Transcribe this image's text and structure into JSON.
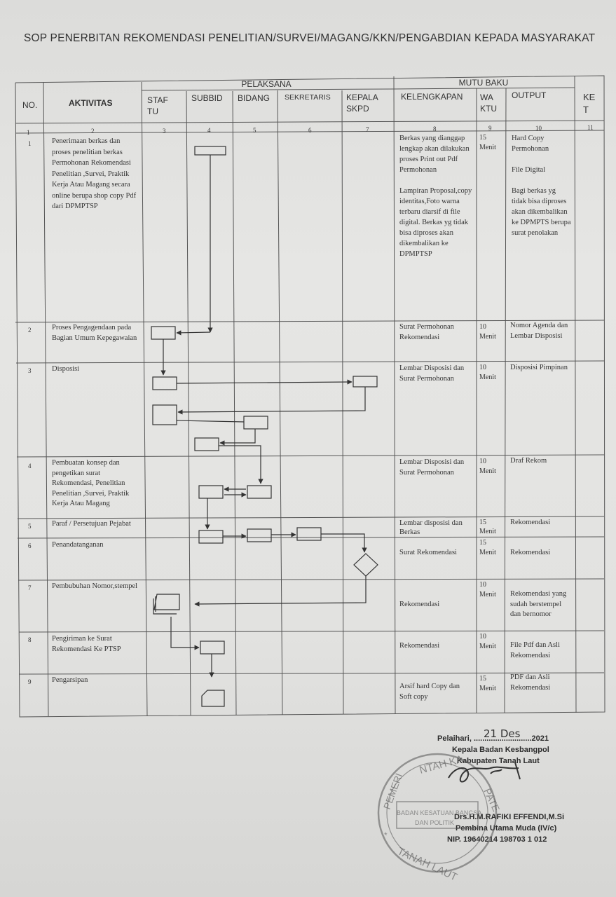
{
  "title": "SOP PENERBITAN REKOMENDASI PENELITIAN/SURVEI/MAGANG/KKN/PENGABDIAN KEPADA MASYARAKAT",
  "header": {
    "no": "NO.",
    "aktivitas": "AKTIVITAS",
    "pelaksana": "PELAKSANA",
    "mutu_baku": "MUTU BAKU",
    "staf_tu": "STAF TU",
    "subbid": "SUBBID",
    "bidang": "BIDANG",
    "sekretaris": "SEKRETARIS",
    "kepala_skpd": "KEPALA SKPD",
    "kelengkapan": "KELENGKAPAN",
    "waktu": "WA KTU",
    "output": "OUTPUT",
    "ket": "KE T",
    "numbers": [
      "1",
      "2",
      "3",
      "4",
      "5",
      "6",
      "7",
      "8",
      "9",
      "10",
      "11"
    ]
  },
  "rows": [
    {
      "no": "1",
      "aktivitas": "Penerimaan berkas dan proses penelitian berkas Permohonan Rekomendasi Penelitian ,Survei, Praktik Kerja Atau Magang secara online berupa shop copy Pdf dari DPMPTSP",
      "kelengkapan": "Berkas yang dianggap lengkap akan dilakukan proses Print out Pdf Permohonan\n\nLampiran Proposal,copy identitas,Foto warna terbaru diarsif di file digital. Berkas yg tidak bisa diproses akan dikembalikan ke DPMPTSP",
      "waktu": "15 Menit",
      "output": "Hard Copy Permohonan\n\nFile Digital\n\nBagi berkas yg tidak bisa diproses akan dikembalikan ke DPMPTS berupa surat penolakan"
    },
    {
      "no": "2",
      "aktivitas": "Proses Pengagendaan pada Bagian Umum Kepegawaian",
      "kelengkapan": "Surat Permohonan Rekomendasi",
      "waktu": "10 Menit",
      "output": "Nomor Agenda dan Lembar Disposisi"
    },
    {
      "no": "3",
      "aktivitas": "Disposisi",
      "kelengkapan": "Lembar Disposisi dan Surat Permohonan",
      "waktu": "10 Menit",
      "output": "Disposisi Pimpinan"
    },
    {
      "no": "4",
      "aktivitas": "Pembuatan konsep dan pengetikan surat Rekomendasi, Penelitian Penelitian ,Survei, Praktik Kerja Atau Magang",
      "kelengkapan": "Lembar Disposisi dan Surat Permohonan",
      "waktu": "10 Menit",
      "output": "Draf Rekom"
    },
    {
      "no": "5",
      "aktivitas": "Paraf / Persetujuan Pejabat",
      "kelengkapan": "Lembar disposisi dan Berkas",
      "waktu": "15 Menit",
      "output": "Rekomendasi"
    },
    {
      "no": "6",
      "aktivitas": "Penandatanganan",
      "kelengkapan": "Surat Rekomendasi",
      "waktu": "15 Menit",
      "output": "Rekomendasi"
    },
    {
      "no": "7",
      "aktivitas": "Pembubuhan Nomor,stempel",
      "kelengkapan": "Rekomendasi",
      "waktu": "10 Menit",
      "output": "Rekomendasi yang sudah berstempel dan bernomor"
    },
    {
      "no": "8",
      "aktivitas": "Pengiriman ke Surat Rekomendasi Ke PTSP",
      "kelengkapan": "Rekomendasi",
      "waktu": "10 Menit",
      "output": "File Pdf dan Asli Rekomendasi"
    },
    {
      "no": "9",
      "aktivitas": "Pengarsipan",
      "kelengkapan": "Arsif hard Copy dan Soft copy",
      "waktu": "15 Menit",
      "output": "PDF dan Asli Rekomendasi"
    }
  ],
  "signature": {
    "place_date": "Pelaihari, ...........................2021",
    "date_handwritten": "21 Des",
    "position": "Kepala Badan Kesbangpol",
    "region": "Kabupaten Tanah Laut",
    "name": "Drs.H.M.RAFIKI EFFENDI,M.Si",
    "rank": "Pembina Utama Muda (IV/c)",
    "nip": "NIP. 19640214 198703 1 012",
    "stamp_outer": "PEMERINTAH KABUPATEN TANAH LAUT",
    "stamp_inner": "BADAN KESATUAN BANGSA DAN POLITIK"
  }
}
